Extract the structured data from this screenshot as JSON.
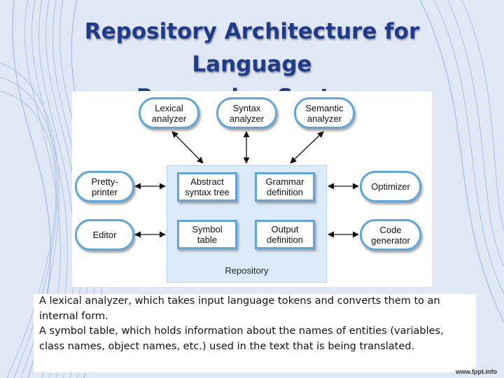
{
  "title": {
    "line1": "Repository Architecture for Language",
    "line2": "Processing System"
  },
  "diagram": {
    "tools_top": [
      "Lexical\nanalyzer",
      "Syntax\nanalyzer",
      "Semantic\nanalyzer"
    ],
    "tools_left": [
      "Pretty-\nprinter",
      "Editor"
    ],
    "tools_right": [
      "Optimizer",
      "Code\ngenerator"
    ],
    "repository_items": [
      "Abstract\nsyntax tree",
      "Grammar\ndefinition",
      "Symbol\ntable",
      "Output\ndefinition"
    ],
    "repository_label": "Repository"
  },
  "description": {
    "line1": "A lexical analyzer, which takes input language tokens and converts them to an internal form.",
    "line2": "A symbol table, which holds information about the names of entities (variables, class names, object names, etc.) used in the text that is being translated."
  },
  "footer": "www.fppt.info",
  "colors": {
    "title": "#1f3b8a",
    "box_border": "#5ea6dc",
    "repository_fill": "#dcebf9",
    "background": "#dfe8f4"
  }
}
